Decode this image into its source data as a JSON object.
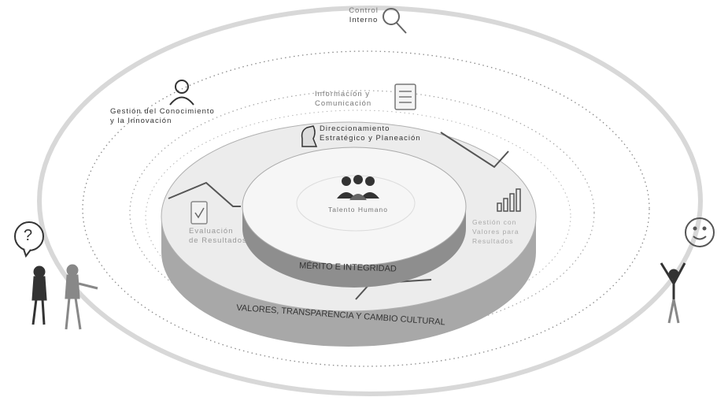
{
  "diagram": {
    "title_top": {
      "line1": "Control",
      "line2": "Interno"
    },
    "gestion": {
      "line1": "Gestión del Conocimiento",
      "line2": "y la Innovación"
    },
    "informacion": {
      "line1": "Información y",
      "line2": "Comunicación"
    },
    "direccionamiento": {
      "line1": "Direccionamiento",
      "line2": "Estratégico y Planeación"
    },
    "talento": "Talento Humano",
    "evaluacion": {
      "line1": "Evaluación",
      "line2": "de Resultados"
    },
    "gestion_resultados": {
      "line1": "Gestión con",
      "line2": "Valores para",
      "line3": "Resultados"
    },
    "merito": "MÉRITO E INTEGRIDAD",
    "valores": "VALORES, TRANSPARENCIA Y CAMBIO CULTURAL",
    "question_mark": "?"
  },
  "colors": {
    "ring_dark": "#9a9a9a",
    "ring_light": "#c8c8c8",
    "inner_top": "#f4f4f4",
    "outer_top": "#e9e9e9",
    "dotted": "#8a8a8a"
  },
  "icons": [
    "magnifier-icon",
    "person-icon",
    "document-icon",
    "chess-knight-icon",
    "team-icon",
    "checklist-icon",
    "bar-chart-icon",
    "question-bubble-icon",
    "smiley-icon"
  ]
}
